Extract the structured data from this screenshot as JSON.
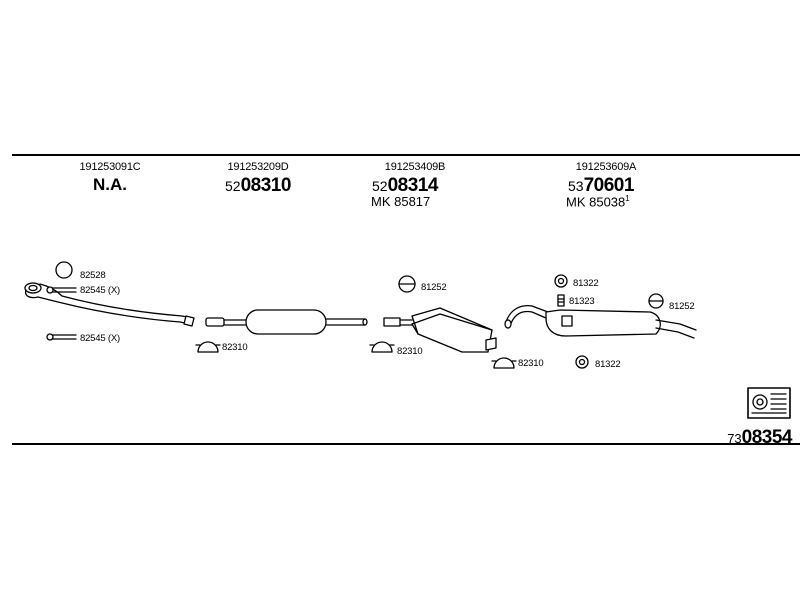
{
  "columns": [
    {
      "oe_number": "191253091C",
      "label": "N.A."
    },
    {
      "oe_number": "191253209D",
      "part_prefix": "52",
      "part_main": "08310"
    },
    {
      "oe_number": "191253409B",
      "part_prefix": "52",
      "part_main": "08314",
      "mk_label": "MK 85817"
    },
    {
      "oe_number": "191253609A",
      "part_prefix": "53",
      "part_main": "70601",
      "mk_label": "MK 85038",
      "mk_note": "1"
    }
  ],
  "parts": {
    "ring_82528": "82528",
    "clamp_82545_top": "82545 (X)",
    "clamp_82545_bottom": "82545 (X)",
    "clamp_82310_a": "82310",
    "clamp_82310_b": "82310",
    "clamp_82310_c": "82310",
    "hanger_81252_a": "81252",
    "hanger_81252_b": "81252",
    "hanger_81322_top": "81322",
    "bolt_81323": "81323",
    "hanger_81322_bottom": "81322"
  },
  "catalog": {
    "prefix": "73",
    "main": "08354"
  },
  "icon": "manual-book-icon"
}
